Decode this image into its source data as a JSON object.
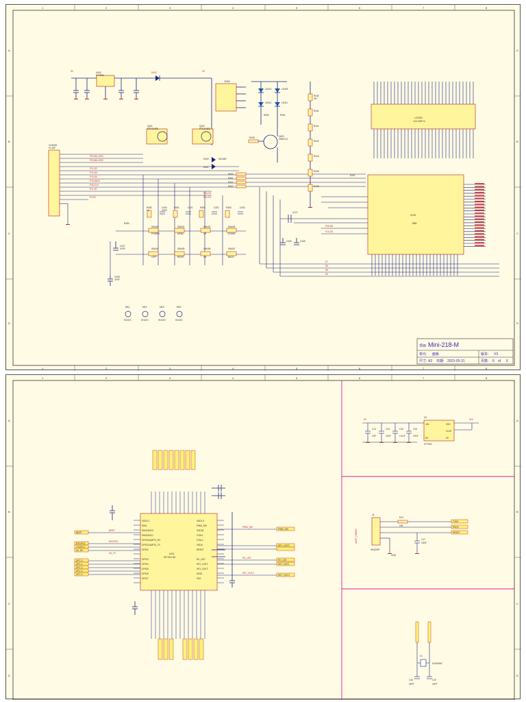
{
  "ruler": {
    "columns": [
      "1",
      "2",
      "3",
      "4",
      "5",
      "6",
      "7",
      "8"
    ],
    "rows_sheet1": [
      "A",
      "B",
      "C",
      "D"
    ],
    "rows_sheet2": [
      "A",
      "B",
      "C",
      "D"
    ]
  },
  "sheet1": {
    "title_block": {
      "project_label": "项目:",
      "project_name": "Mini-218-M",
      "unit_label": "单元:",
      "unit_value": "面板",
      "version_label": "版本:",
      "version_value": "V3",
      "size_label": "尺寸:",
      "size_value": "A3",
      "date_label": "日期:",
      "date_value": "2023-05-31",
      "page_label": "页数:",
      "page_value": "6",
      "of_label": "of",
      "total_pages": "6"
    },
    "components": {
      "regulator": "U400",
      "regulator_part": "HT7533",
      "diode_top": "D402",
      "supply_5v": "5V",
      "supply_3v": "3V",
      "connector": "CON400",
      "connector_part": "FC16P",
      "header": "JP400",
      "npn_1": "Q401",
      "npn_1_part": "DTC114EE",
      "npn_2": "Q402",
      "npn_2_part": "DTC114EE",
      "pnp": "Q403",
      "pnp_part": "2SB2712",
      "r_base": "R408",
      "led_rows": [
        "LD410",
        "LD409",
        "LD412",
        "LD411"
      ],
      "resistors_led": [
        "R450",
        "R451",
        "R452",
        "R453"
      ],
      "diodes_mid": [
        "D400",
        "D401"
      ],
      "diode_part": "SA1469",
      "res_chain": [
        "R440",
        "R441",
        "R442",
        "R443",
        "R444",
        "R445",
        "R446"
      ],
      "res_chain_value": "4K7",
      "lcd": "LCD400",
      "lcd_part": "LCD 4DIP-N",
      "mcu": "IC401",
      "mcu_part": "768B",
      "cap_mcu": "C417",
      "diode_mcu": "D401",
      "caps_bottom": [
        "C406",
        "C405"
      ],
      "switch_row1": [
        "R480",
        "R481",
        "R482",
        "R483",
        "R484"
      ],
      "switch_row1_value": "1K",
      "caps_sw": [
        "C400",
        "C401",
        "C402",
        "C403"
      ],
      "caps_sw_value": "47NF",
      "switch_row2_labels": [
        "SW400",
        "SW401",
        "SW402",
        "SW403"
      ],
      "switch_row3_labels": [
        "SW404",
        "SW405",
        "SW406",
        "SW407"
      ],
      "switch_names": [
        "POWER",
        "MENU",
        "UP",
        "DOWN",
        "LEFT",
        "RIGHT",
        "OK",
        "BACK"
      ],
      "res_net": [
        "R460",
        "R461",
        "R462",
        "R463"
      ],
      "bottom_cap": "C408",
      "bottom_cap_value": "47NF",
      "test_points": [
        "MK1",
        "MK2",
        "MK3",
        "MK4"
      ],
      "test_point_label": "HOLE3",
      "extra_cap": "C407",
      "extra_cap_value": "47NF"
    },
    "net_labels": {
      "left_red": [
        "P02-BK-LED1",
        "P03-BK-LED2",
        "P12-D2",
        "P13-D3",
        "P14-D4",
        "P15-DATA",
        "P16-CLK",
        "P17-D7",
        "P0-P0"
      ],
      "mid_red": [
        "P16-CS",
        "P04-P0"
      ],
      "mcu_red": [
        "P05-RD",
        "P14-CS"
      ],
      "bottom_dark": [
        "D7",
        "D6",
        "D5",
        "D4"
      ]
    }
  },
  "sheet2": {
    "mcu_block": {
      "ref": "U201",
      "part": "WT7621-8G",
      "left_pins": [
        "VDD2.1",
        "PA01",
        "PA02/ADC0",
        "PA03/ADC1",
        "GPIO0/UART0_RX",
        "GPIO1/UART0_TX",
        "GPIO2",
        "GPIO3",
        "GPIO4",
        "GPIO5",
        "GPIO6",
        "GPIO7"
      ],
      "right_pins": [
        "VDD1.5",
        "PWM_SW",
        "VDD33",
        "XTAL1",
        "XTAL2",
        "VDDA",
        "RESET",
        "RX_LED",
        "KEY_OUT1",
        "KEY_OUT2",
        "AVSS",
        "VSS"
      ],
      "left_nets": [
        "BEEP",
        "RXD/PC1",
        "TXD/PC2",
        "U0_RX",
        "U0_TX",
        "UPC-0",
        "UPC-1",
        "UPC-2",
        "UPC-3",
        "UPC-4"
      ],
      "right_nets": [
        "PWM_SW",
        "RX_LED",
        "KEY_OUT1",
        "KEY_OUT2",
        "KEY_OUT3"
      ]
    },
    "power_block": {
      "ic": "U3",
      "ic_part": "HT7533",
      "pins": [
        "VIN",
        "VSS",
        "NC",
        "CE",
        "VOUT"
      ],
      "caps": [
        "C13",
        "C14",
        "C15",
        "C16"
      ],
      "cap_values": [
        "1UF",
        "10UF",
        "0.1UF",
        "10UF"
      ],
      "net_in": "5V",
      "net_out": "3V3"
    },
    "header_block": {
      "ref": "J4",
      "part": "HEADER",
      "side_label": "UART_DEBUG",
      "resistor": "R13",
      "resistor_value": "10K",
      "cap": "C17",
      "cap_value": "10NF",
      "nets": [
        "TXD0",
        "RXD0",
        "RESET",
        "GND"
      ]
    },
    "crystal_block": {
      "ref": "X1",
      "value": "8.000MHZ",
      "caps": [
        "C18",
        "C19"
      ],
      "cap_value": "22PF"
    }
  }
}
